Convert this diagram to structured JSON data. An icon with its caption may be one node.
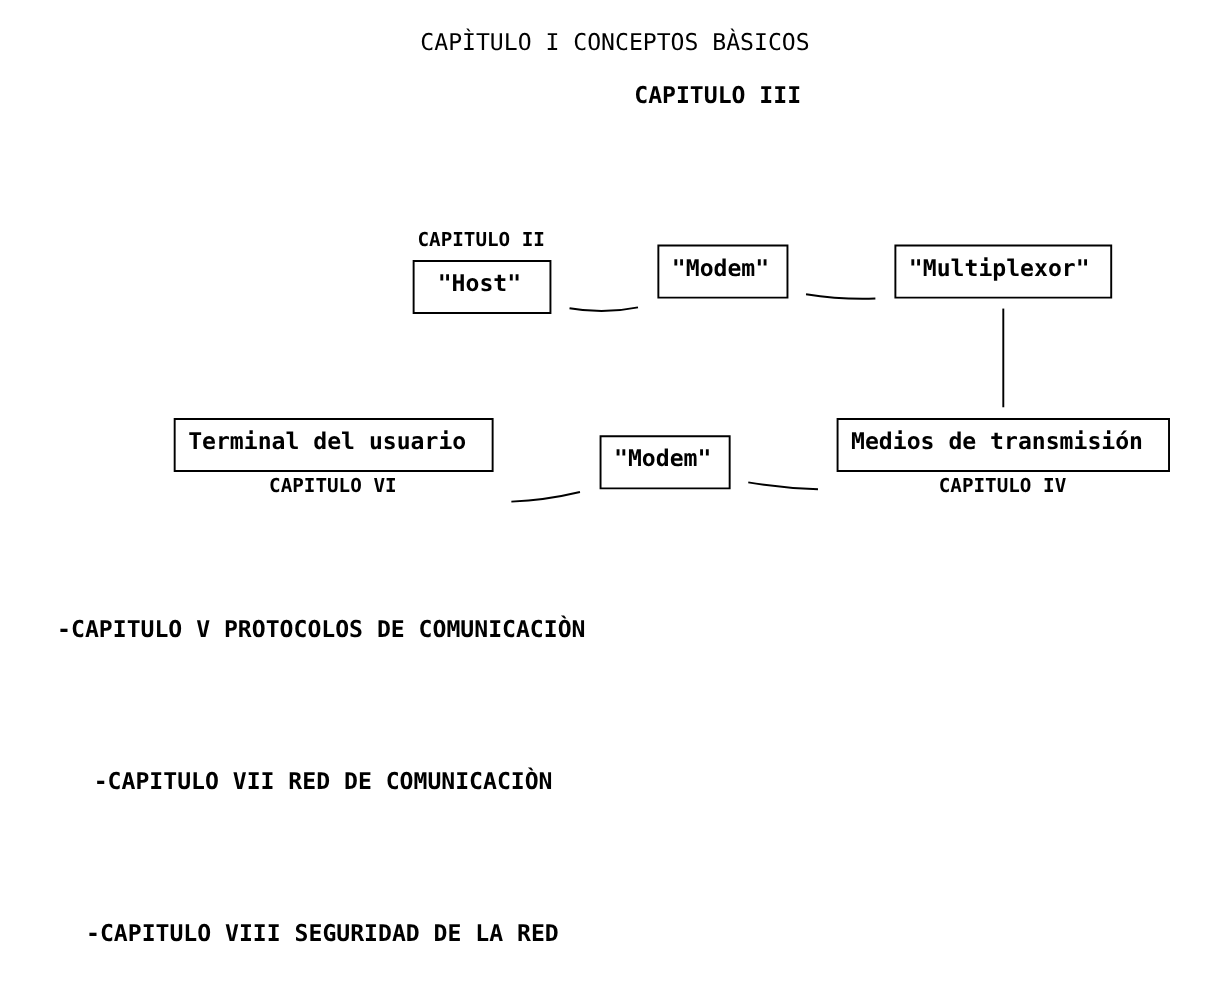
{
  "diagram": {
    "title": "CAPÌTULO I CONCEPTOS BÀSICOS",
    "nodes": [
      {
        "text": [
          "\"Host\""
        ],
        "beside": [
          "CAPITULO II"
        ]
      },
      {
        "text": [
          "\"Modem\""
        ]
      },
      {
        "text": [
          "\"Multiplexor\""
        ]
      },
      {
        "text": [
          "Terminal del usuario"
        ],
        "beside": [
          "CAPITULO VI"
        ]
      },
      {
        "text": [
          "\"Modem\""
        ]
      },
      {
        "text": [
          "Medios de transmisión"
        ],
        "beside": [
          "CAPITULO IV"
        ]
      }
    ],
    "edges": [
      {
        "from": 0,
        "to": 1,
        "arrow": "none"
      },
      {
        "from": 1,
        "to": 2,
        "arrow": "none"
      },
      {
        "from": 2,
        "to": 5,
        "arrow": "none"
      },
      {
        "from": 5,
        "to": 4,
        "arrow": "none"
      },
      {
        "from": 4,
        "to": 3,
        "arrow": "none"
      }
    ],
    "labels": [
      "CAPITULO III",
      "-CAPITULO V PROTOCOLOS DE COMUNICACIÒN",
      "-CAPITULO VII RED DE COMUNICACIÒN",
      "-CAPITULO VIII SEGURIDAD DE LA RED"
    ]
  }
}
